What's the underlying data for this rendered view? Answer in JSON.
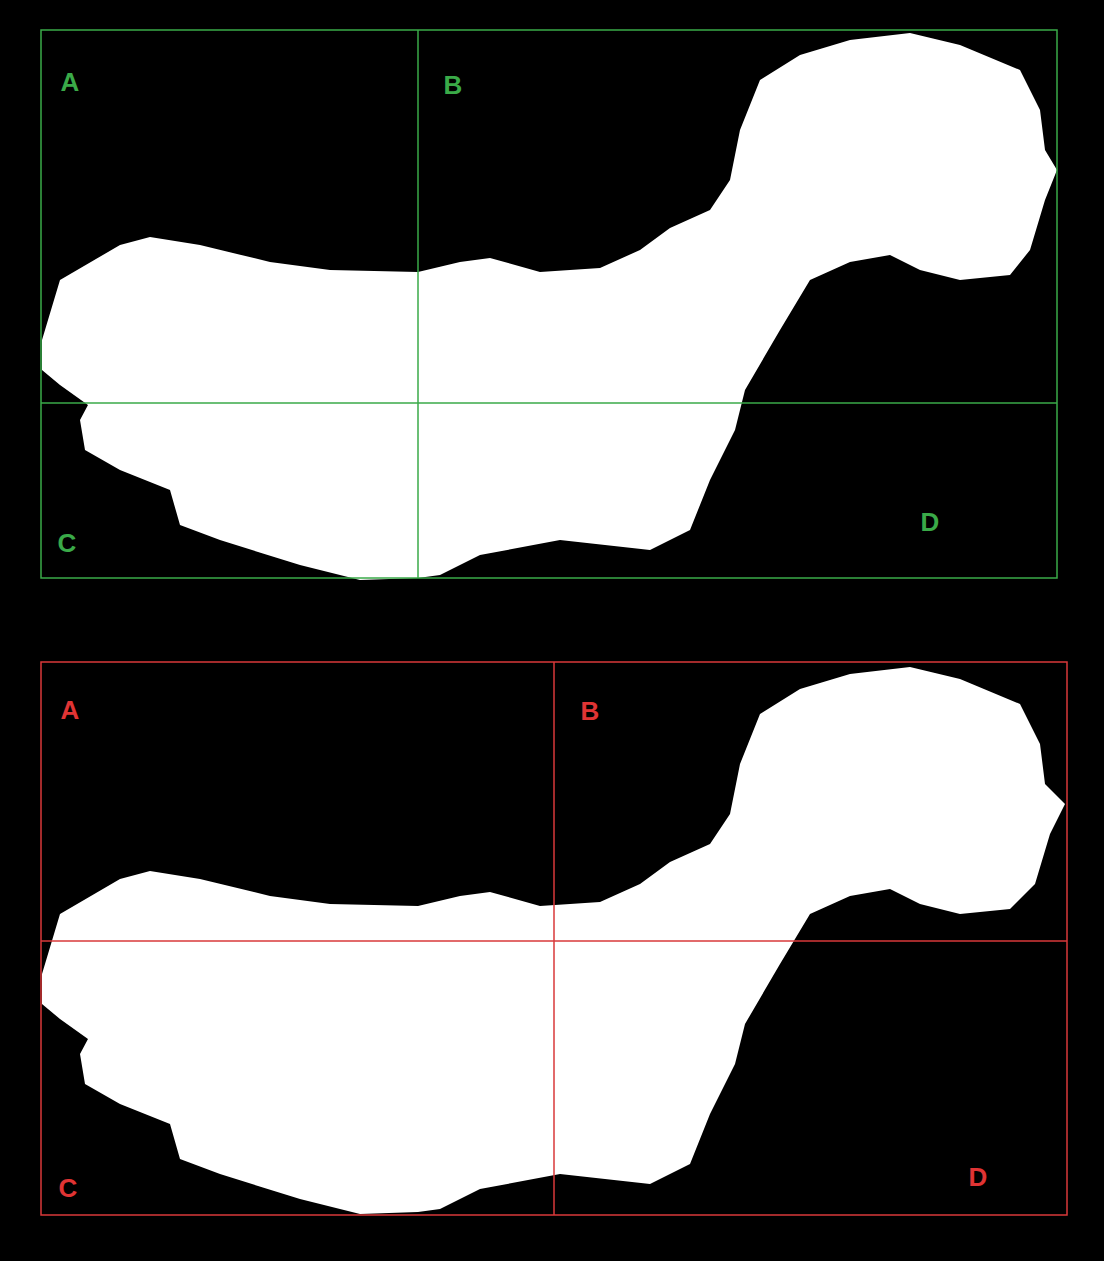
{
  "diagram": {
    "labels": [
      "A",
      "B",
      "C",
      "D",
      "A",
      "B",
      "C",
      "D"
    ]
  }
}
